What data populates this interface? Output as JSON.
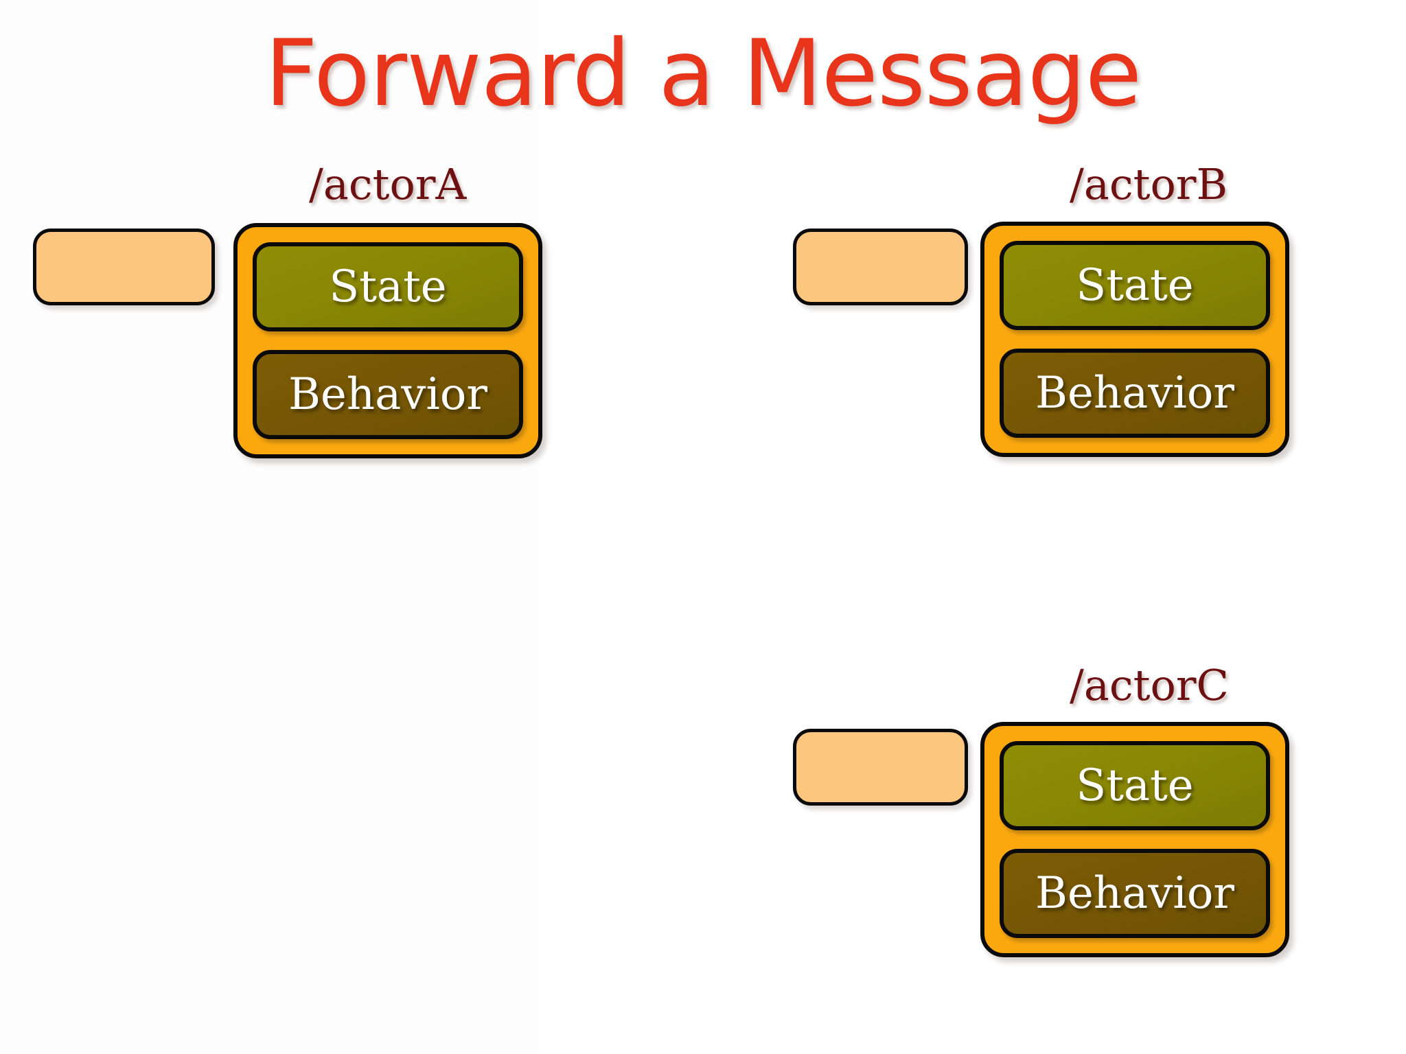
{
  "slide": {
    "title": "Forward a Message",
    "title_color": "#e8341a",
    "background_color": "#ffffff"
  },
  "palette": {
    "actor_container": "#fba80f",
    "mailbox": "#fcc67f",
    "state_box": "#8a8705",
    "behavior_box": "#765705",
    "label_text": "#6d1012",
    "inner_text": "#ffffff",
    "outline": "#0a0a0a"
  },
  "actors": [
    {
      "id": "actorA",
      "label": "/actorA",
      "mailbox": {
        "name": "mailbox",
        "contents": []
      },
      "sections": [
        {
          "key": "state",
          "label": "State"
        },
        {
          "key": "behavior",
          "label": "Behavior"
        }
      ]
    },
    {
      "id": "actorB",
      "label": "/actorB",
      "mailbox": {
        "name": "mailbox",
        "contents": []
      },
      "sections": [
        {
          "key": "state",
          "label": "State"
        },
        {
          "key": "behavior",
          "label": "Behavior"
        }
      ]
    },
    {
      "id": "actorC",
      "label": "/actorC",
      "mailbox": {
        "name": "mailbox",
        "contents": []
      },
      "sections": [
        {
          "key": "state",
          "label": "State"
        },
        {
          "key": "behavior",
          "label": "Behavior"
        }
      ]
    }
  ]
}
